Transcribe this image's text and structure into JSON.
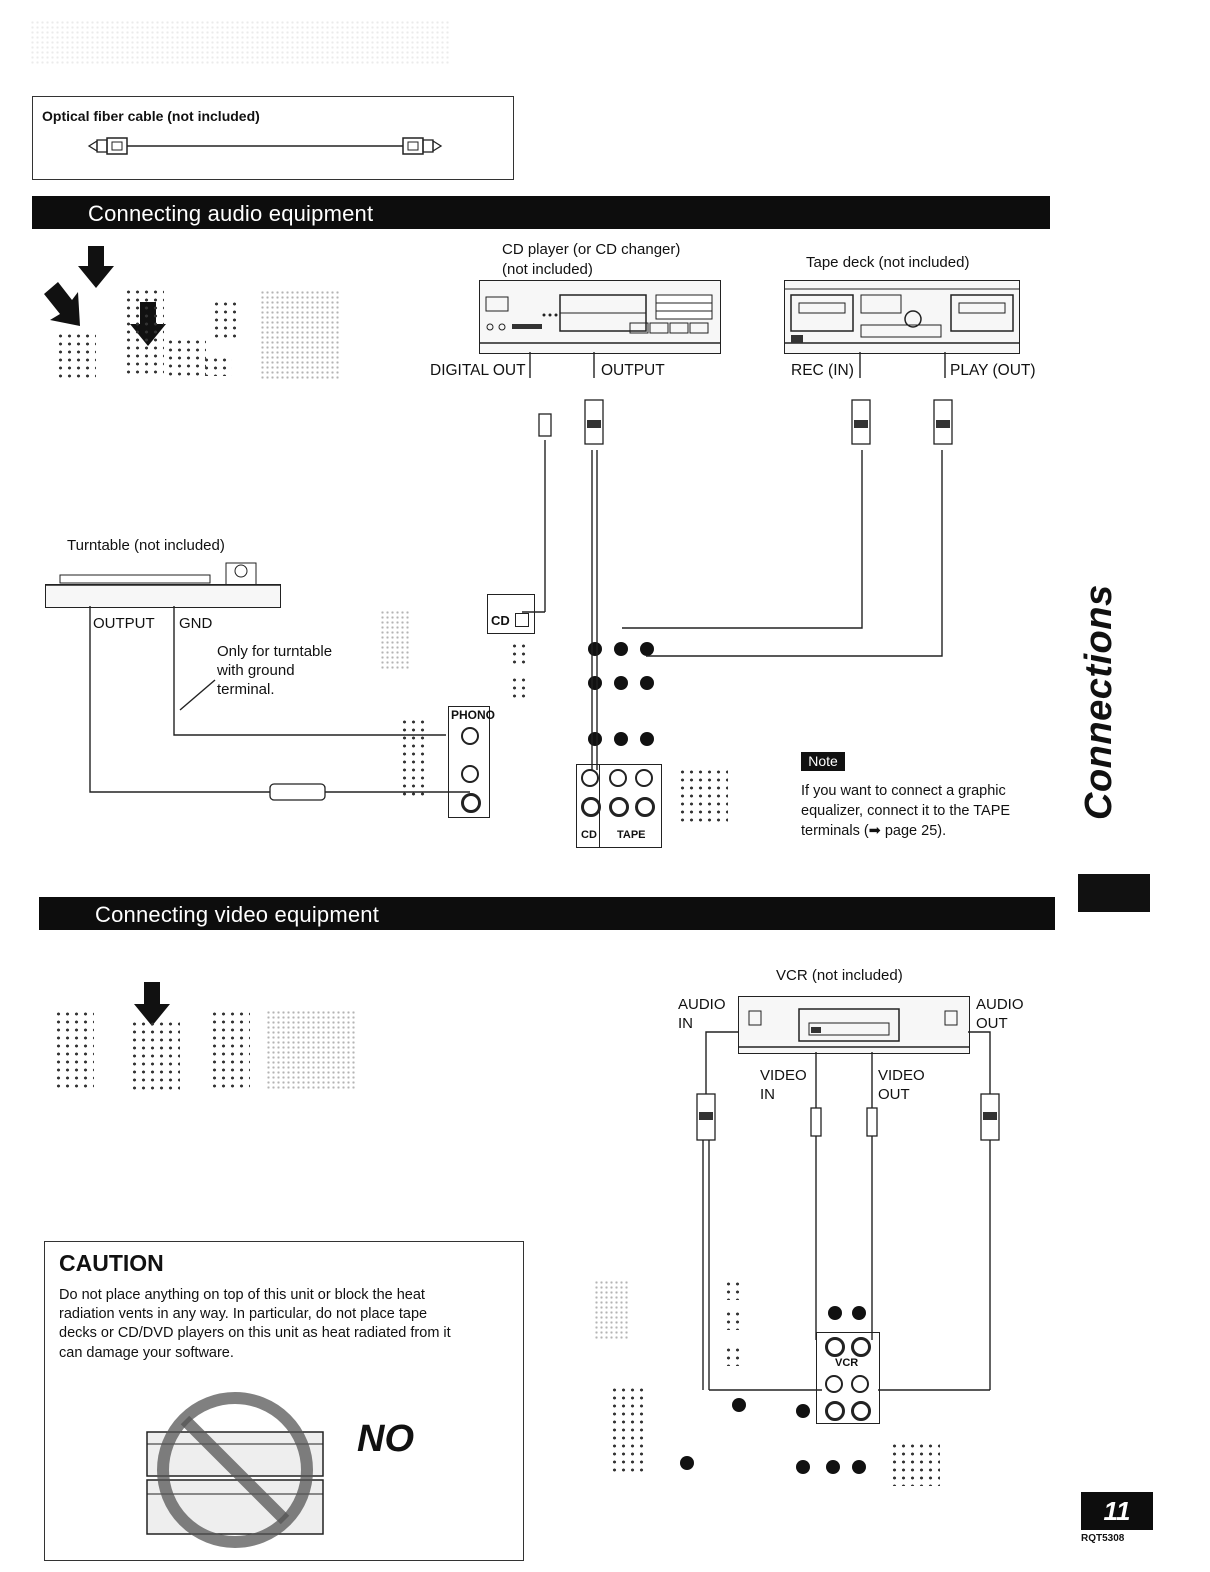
{
  "optical_box": {
    "label": "Optical fiber cable (not included)"
  },
  "audio_section": {
    "title": "Connecting audio equipment",
    "cd_player": {
      "line1": "CD player (or CD changer)",
      "line2": "(not included)"
    },
    "tape_deck": {
      "label": "Tape deck (not included)"
    },
    "digital_out": "DIGITAL OUT",
    "output": "OUTPUT",
    "rec_in": "REC (IN)",
    "play_out": "PLAY (OUT)",
    "turntable": {
      "label": "Turntable (not included)",
      "output": "OUTPUT",
      "gnd": "GND",
      "note_line1": "Only for turntable",
      "note_line2": "with ground",
      "note_line3": "terminal."
    },
    "panel": {
      "cd": "CD",
      "phono": "PHONO",
      "tape": "TAPE",
      "cd_bottom": "CD"
    },
    "note": {
      "badge": "Note",
      "line1": "If you want to connect a graphic",
      "line2": "equalizer, connect it to the TAPE",
      "line3": "terminals (➡ page 25)."
    }
  },
  "video_section": {
    "title": "Connecting video equipment",
    "vcr": {
      "label": "VCR (not included)"
    },
    "audio_in_1": "AUDIO",
    "audio_in_2": "IN",
    "audio_out_1": "AUDIO",
    "audio_out_2": "OUT",
    "video_in_1": "VIDEO",
    "video_in_2": "IN",
    "video_out_1": "VIDEO",
    "video_out_2": "OUT",
    "panel_vcr": "VCR"
  },
  "caution": {
    "title": "CAUTION",
    "line1": "Do not place anything on top of this unit or block the heat",
    "line2": "radiation vents in any way. In particular, do not place tape",
    "line3": "decks or CD/DVD players on this unit as heat radiated from it",
    "line4": "can damage your software.",
    "no_label": "NO"
  },
  "sidebar": {
    "label": "Connections"
  },
  "footer": {
    "page_number": "11",
    "doc_code": "RQT5308"
  }
}
